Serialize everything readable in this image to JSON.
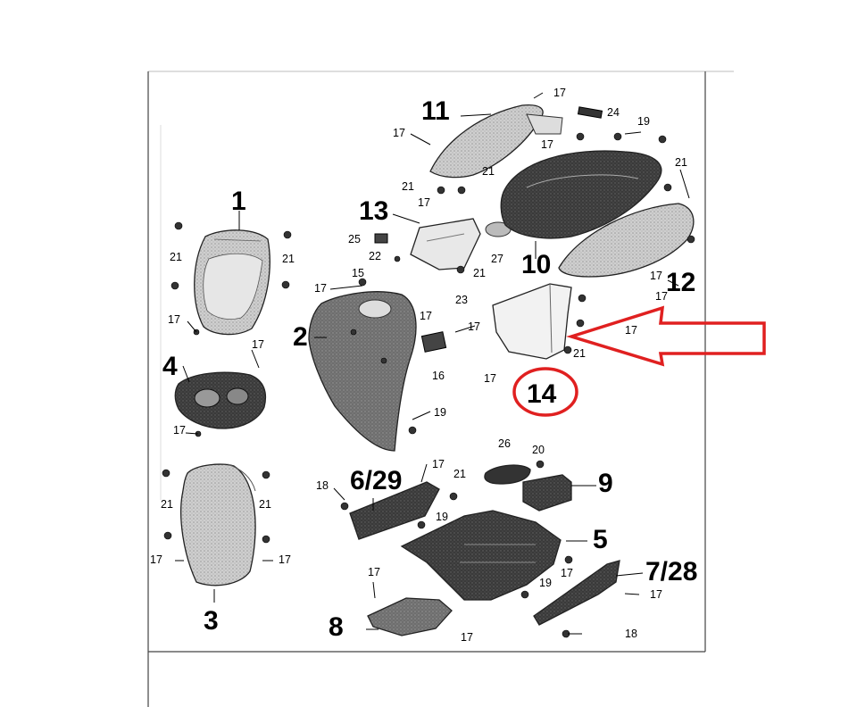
{
  "diagram": {
    "part_numbers": [
      "1",
      "2",
      "3",
      "4",
      "5",
      "6/29",
      "7/28",
      "8",
      "9",
      "10",
      "11",
      "12",
      "13",
      "14"
    ],
    "fastener_numbers": [
      "15",
      "16",
      "17",
      "18",
      "19",
      "20",
      "21",
      "22",
      "23",
      "24",
      "25",
      "26",
      "27"
    ],
    "highlight": {
      "part_number": "14",
      "color": "#e02020",
      "shapes": [
        "circle",
        "arrow"
      ]
    }
  },
  "labels": {
    "p1": "1",
    "p2": "2",
    "p3": "3",
    "p4": "4",
    "p5": "5",
    "p6": "6/29",
    "p7": "7/28",
    "p8": "8",
    "p9": "9",
    "p10": "10",
    "p11": "11",
    "p12": "12",
    "p13": "13",
    "p14": "14",
    "n15": "15",
    "n16": "16",
    "n17": "17",
    "n18": "18",
    "n19": "19",
    "n20": "20",
    "n21": "21",
    "n22": "22",
    "n23": "23",
    "n24": "24",
    "n25": "25",
    "n26": "26",
    "n27": "27"
  }
}
